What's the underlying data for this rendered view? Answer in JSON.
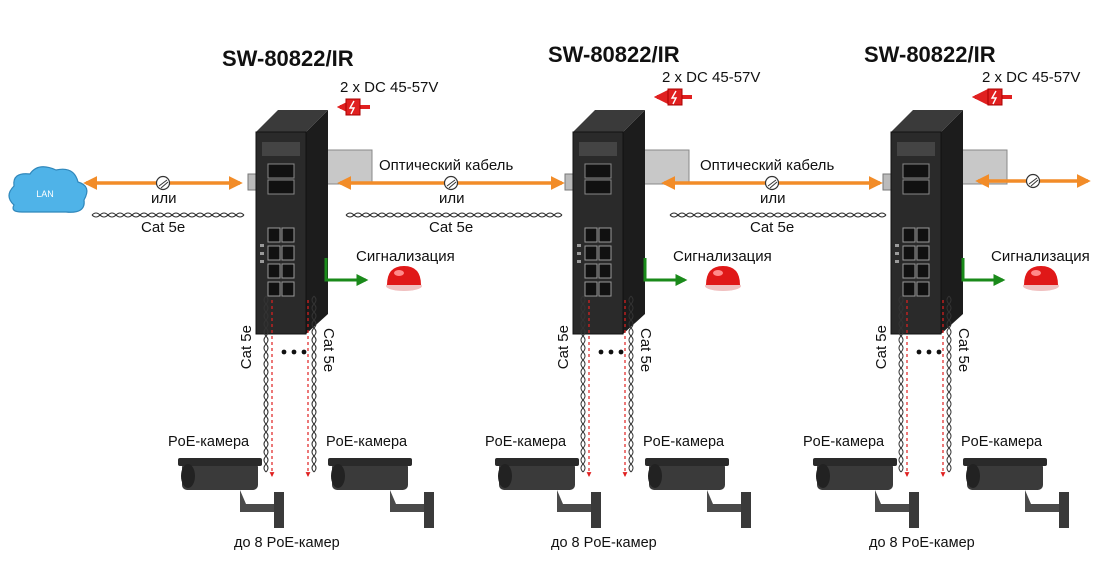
{
  "lan_label": "LAN",
  "switches": [
    {
      "model": "SW-80822/IR",
      "power": "2 x DC 45-57V",
      "left_link": {
        "top": "",
        "middle": "или",
        "bottom": "Cat 5e"
      },
      "alarm": "Сигнализация",
      "cat_left": "Cat 5e",
      "cat_right": "Cat 5e",
      "camera_left": "PoE-камера",
      "camera_right": "PoE-камера",
      "cameras_note": "до 8 PoE-камер"
    },
    {
      "model": "SW-80822/IR",
      "power": "2 x DC 45-57V",
      "left_link": {
        "top": "Оптический кабель",
        "middle": "или",
        "bottom": "Cat 5e"
      },
      "alarm": "Сигнализация",
      "cat_left": "Cat 5e",
      "cat_right": "Cat 5e",
      "camera_left": "PoE-камера",
      "camera_right": "PoE-камера",
      "cameras_note": "до 8 PoE-камер"
    },
    {
      "model": "SW-80822/IR",
      "power": "2 x DC 45-57V",
      "left_link": {
        "top": "Оптический кабель",
        "middle": "или",
        "bottom": "Cat 5e"
      },
      "alarm": "Сигнализация",
      "cat_left": "Cat 5e",
      "cat_right": "Cat 5e",
      "camera_left": "PoE-камера",
      "camera_right": "PoE-камера",
      "cameras_note": "до 8 PoE-камер"
    }
  ],
  "colors": {
    "fiber_arrow": "#f28c28",
    "power_arrow": "#e02020",
    "alarm_arrow": "#1a8a1a",
    "switch_body": "#2a2a2a",
    "lamp": "#e01818"
  }
}
